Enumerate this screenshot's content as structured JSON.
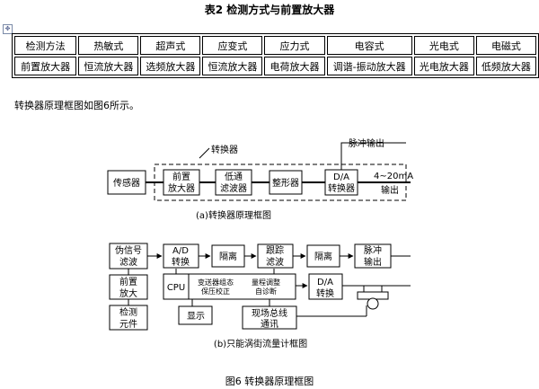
{
  "caption": "表2  检测方式与前置放大器",
  "table": {
    "header": [
      "检测方法",
      "热敏式",
      "超声式",
      "应变式",
      "应力式",
      "电容式",
      "光电式",
      "电磁式"
    ],
    "row": [
      "前置放大器",
      "恒流放大器",
      "选频放大器",
      "恒流放大器",
      "电荷放大器",
      "调谐-振动放大器",
      "光电放大器",
      "低频放大器"
    ]
  },
  "paragraph": "转换器原理框图如图6所示。",
  "diagram_a": {
    "sensor": "传感器",
    "converter_label": "转换器",
    "preamp": [
      "前置",
      "放大器"
    ],
    "lowpass": [
      "低通",
      "滤波器"
    ],
    "shaper": "整形器",
    "da": [
      "D/A",
      "转换器"
    ],
    "pulse_out": "脉冲输出",
    "current_out": [
      "4~20mA",
      "输出"
    ],
    "caption": "(a)转换器原理框图"
  },
  "diagram_b": {
    "pseudo_filter": [
      "伪信号",
      "滤波"
    ],
    "ad": [
      "A/D",
      "转换"
    ],
    "isolate1": "隔离",
    "tracking": [
      "跟踪",
      "滤波"
    ],
    "isolate2": "隔离",
    "pulse_out": [
      "脉冲",
      "输出"
    ],
    "preamp": [
      "前置",
      "放大"
    ],
    "cpu": "CPU",
    "cpu_text1": [
      "变送器组态",
      "保压校正"
    ],
    "cpu_text2": [
      "量程调整",
      "自诊断"
    ],
    "da": [
      "D/A",
      "转换"
    ],
    "detect": [
      "检测",
      "元件"
    ],
    "display": "显示",
    "fieldbus": [
      "现场总线",
      "通讯"
    ],
    "caption": "(b)只能涡街流量计框图"
  },
  "figure_caption": "图6  转换器原理框图"
}
